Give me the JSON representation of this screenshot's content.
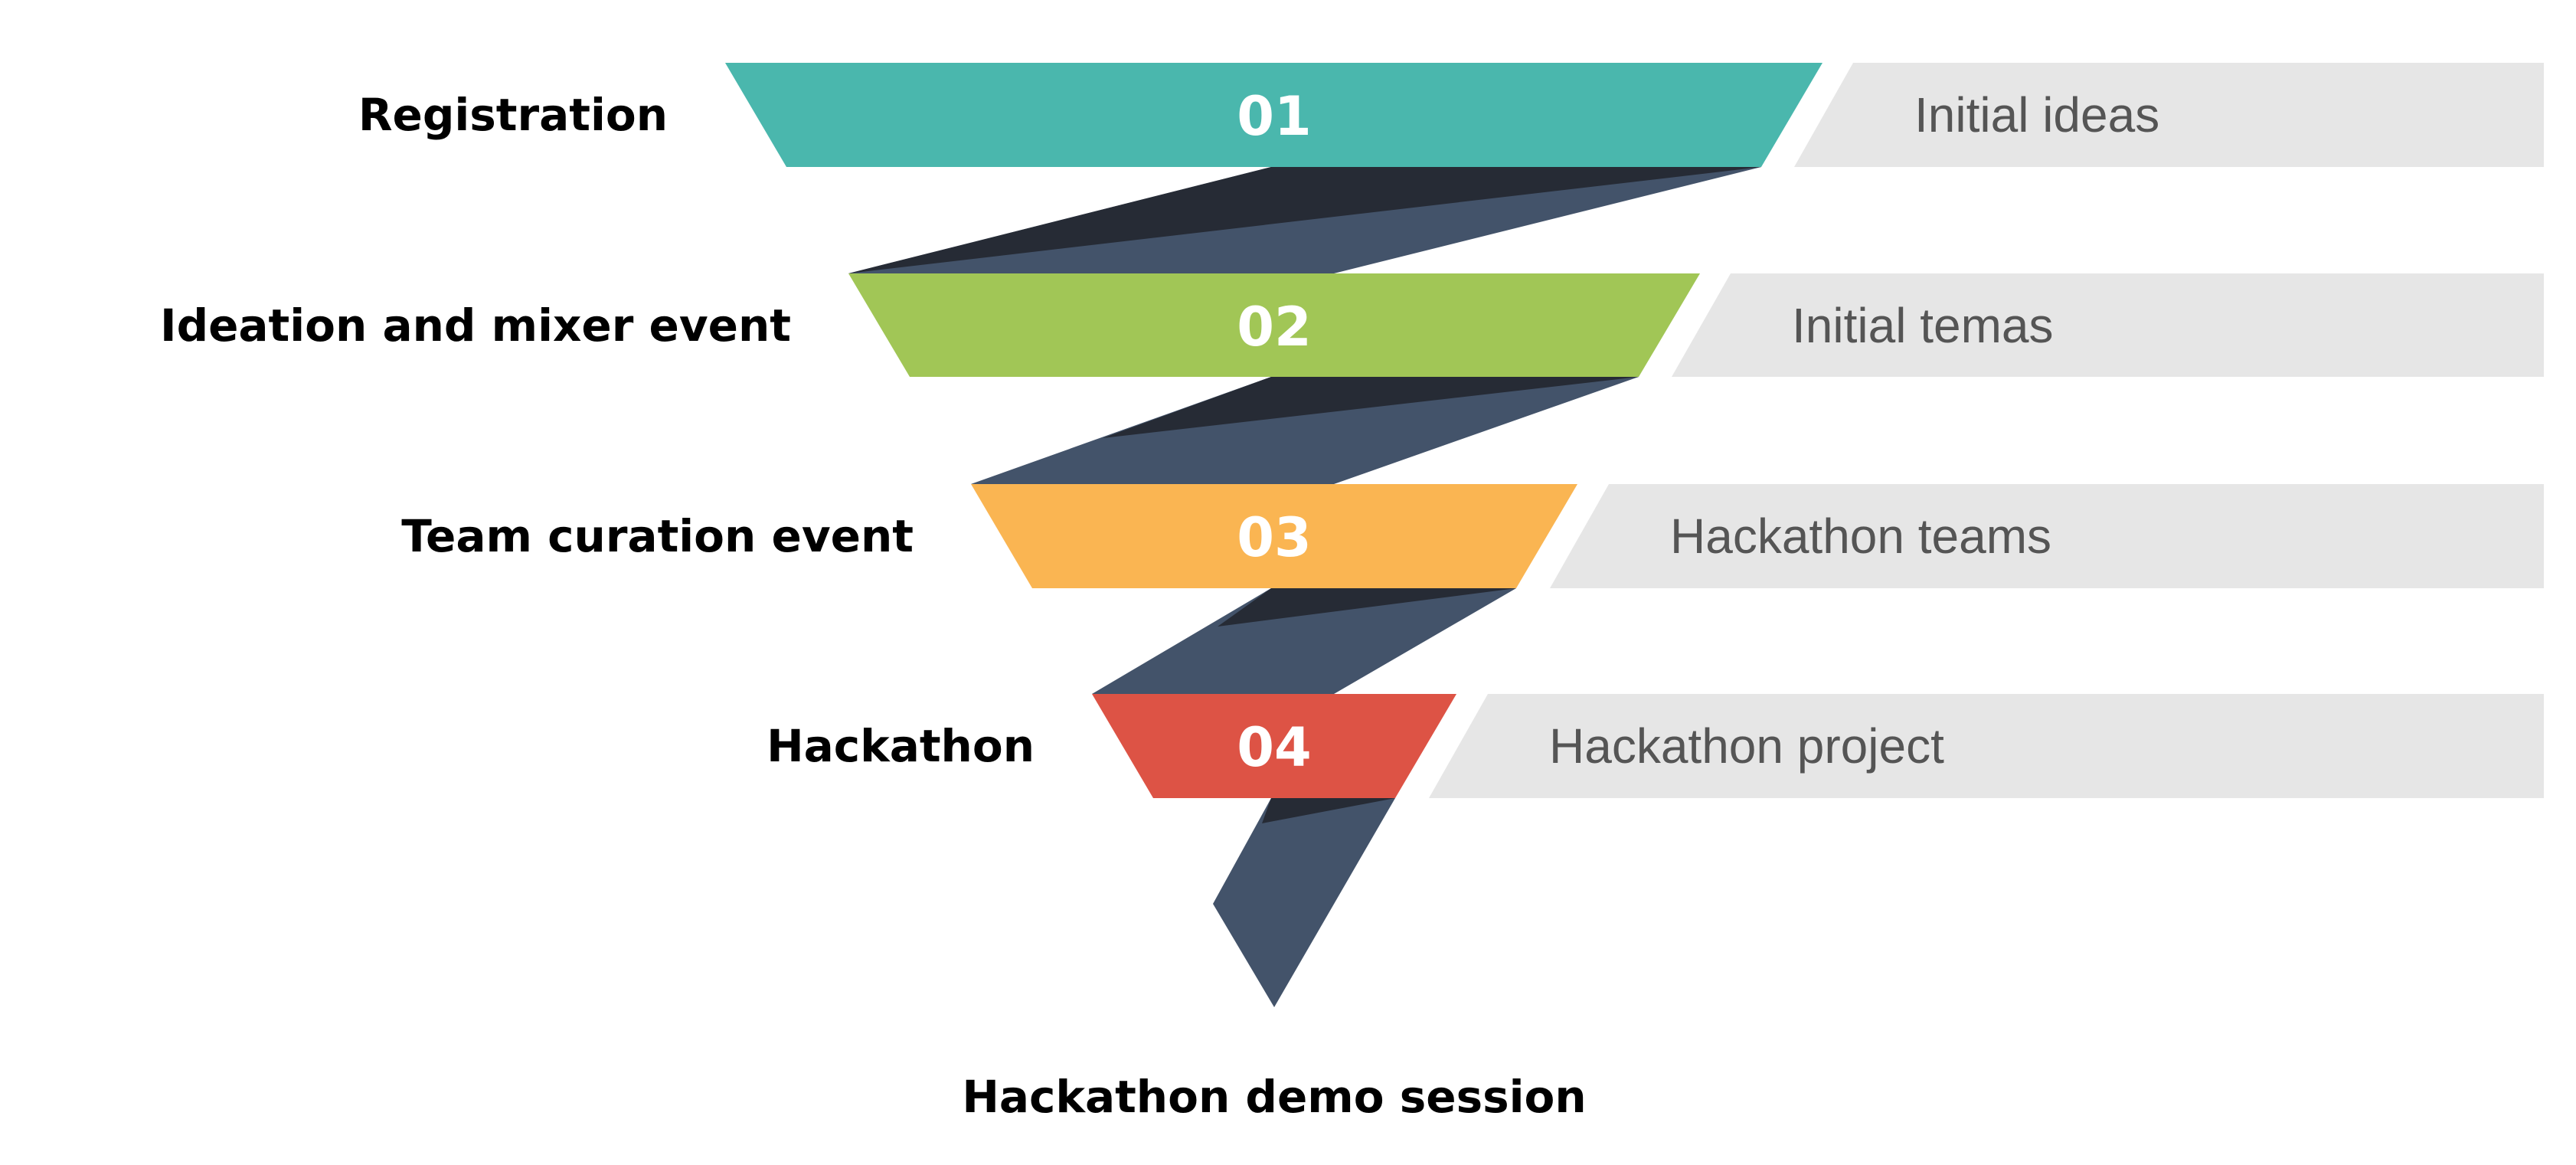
{
  "colors": {
    "ribbon_dark": "#262B35",
    "ribbon_mid": "#43536A",
    "output_band": "#E6E6E6"
  },
  "stages": [
    {
      "number": "01",
      "label": "Registration",
      "output": "Initial ideas",
      "color": "#4AB7AD"
    },
    {
      "number": "02",
      "label": "Ideation and mixer event",
      "output": "Initial temas",
      "color": "#A1C656"
    },
    {
      "number": "03",
      "label": "Team curation event",
      "output": "Hackathon teams",
      "color": "#FAB552"
    },
    {
      "number": "04",
      "label": "Hackathon",
      "output": "Hackathon project",
      "color": "#DD5345"
    }
  ],
  "final_label": "Hackathon demo session"
}
